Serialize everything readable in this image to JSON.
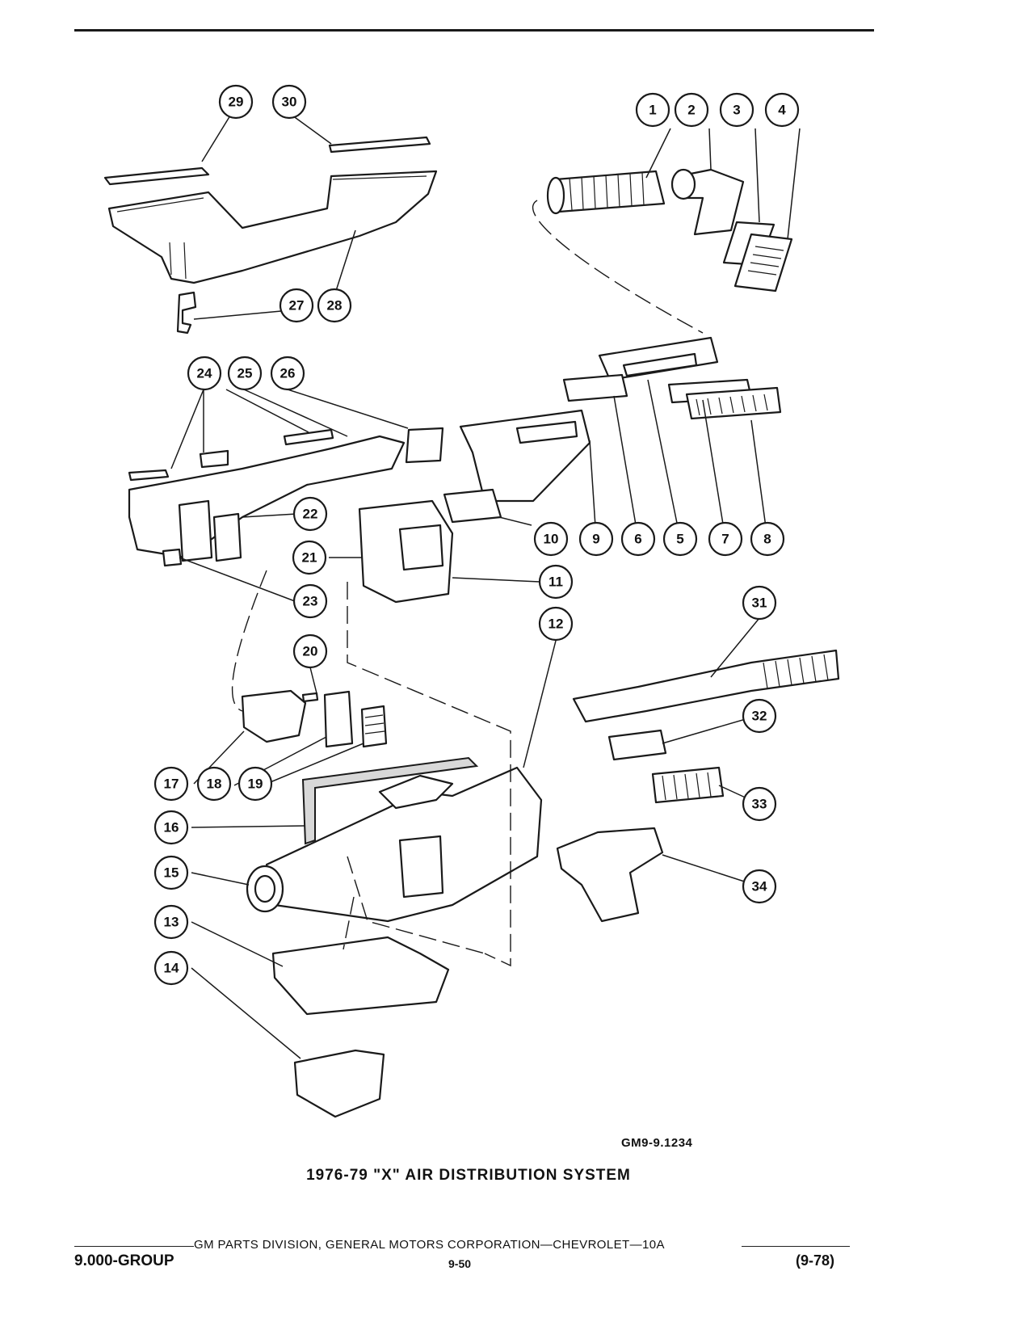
{
  "document": {
    "reference_code": "GM9-9.1234",
    "figure_title": "1976-79 \"X\" AIR DISTRIBUTION SYSTEM",
    "footer_text": "GM PARTS DIVISION, GENERAL MOTORS CORPORATION—CHEVROLET—10A",
    "footer_left": "9.000-GROUP",
    "footer_center": "9-50",
    "footer_right": "(9-78)"
  },
  "callouts": [
    "1",
    "2",
    "3",
    "4",
    "5",
    "6",
    "7",
    "8",
    "9",
    "10",
    "11",
    "12",
    "13",
    "14",
    "15",
    "16",
    "17",
    "18",
    "19",
    "20",
    "21",
    "22",
    "23",
    "24",
    "25",
    "26",
    "27",
    "28",
    "29",
    "30",
    "31",
    "32",
    "33",
    "34"
  ]
}
